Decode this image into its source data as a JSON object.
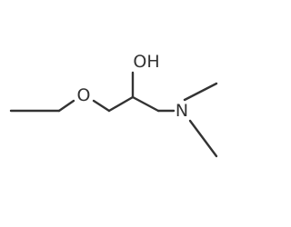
{
  "molecule": {
    "atoms": {
      "hydroxyl": "OH",
      "ether_oxygen": "O",
      "amine_nitrogen": "N"
    }
  },
  "colors": {
    "ink": "#333333",
    "background": "#ffffff"
  }
}
